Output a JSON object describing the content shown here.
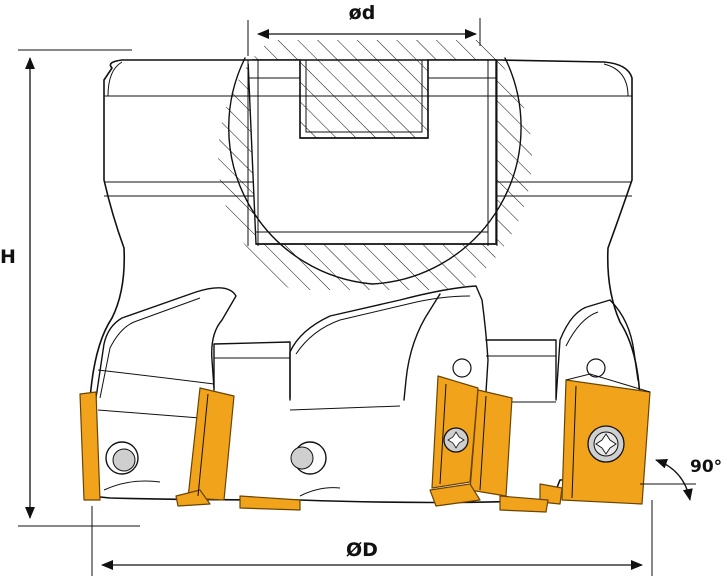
{
  "labels": {
    "bore_diameter": "ød",
    "height": "H",
    "cutter_diameter": "ØD",
    "lead_angle": "90°"
  },
  "colors": {
    "insert_fill": "#f2a31c",
    "insert_stroke": "#6b4400",
    "outline": "#111111",
    "background": "#ffffff",
    "screw_fill": "#cfcfcf"
  },
  "icons": {
    "insert_screw": "torx-screw-icon",
    "dimension_arrow": "arrowhead-icon"
  }
}
